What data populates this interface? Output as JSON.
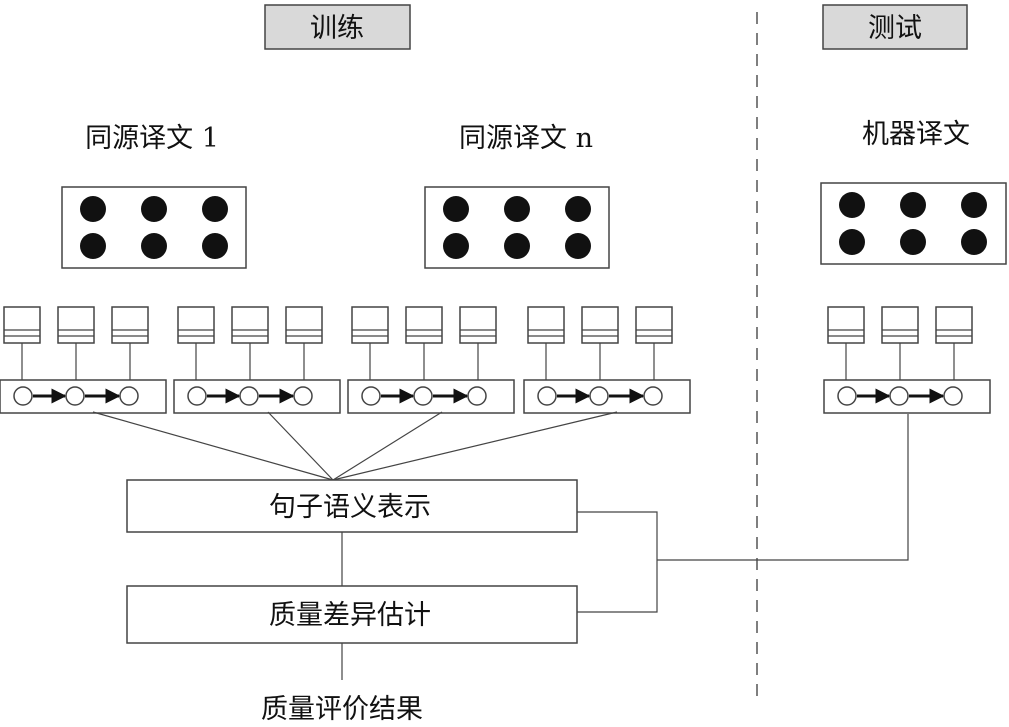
{
  "headers": {
    "train": "训练",
    "test": "测试"
  },
  "sources": [
    {
      "title": "同源译文 1"
    },
    {
      "title": "同源译文 n"
    },
    {
      "title": "机器译文"
    }
  ],
  "process": {
    "semantic": "句子语义表示",
    "quality_diff": "质量差异估计",
    "result": "质量评价结果"
  },
  "colors": {
    "stroke": "#444444",
    "dot": "#111111",
    "header_fill": "#d9d9d9"
  }
}
